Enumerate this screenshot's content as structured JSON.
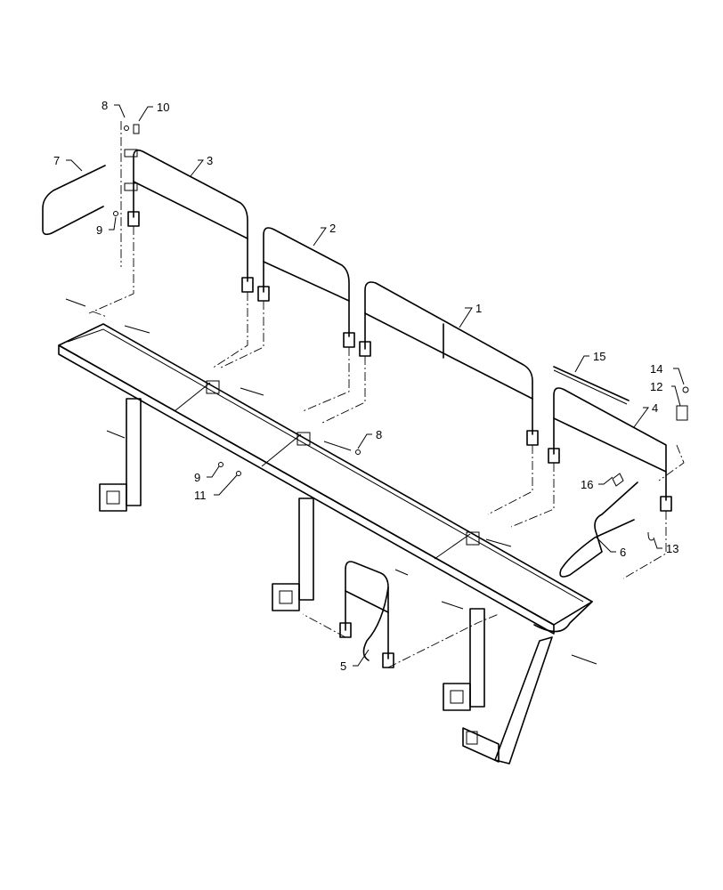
{
  "callouts": {
    "c1": "1",
    "c2": "2",
    "c3": "3",
    "c4": "4",
    "c5": "5",
    "c6": "6",
    "c7": "7",
    "c8a": "8",
    "c8b": "8",
    "c9a": "9",
    "c9b": "9",
    "c10": "10",
    "c11": "11",
    "c12": "12",
    "c13": "13",
    "c14": "14",
    "c15": "15",
    "c16": "16"
  }
}
